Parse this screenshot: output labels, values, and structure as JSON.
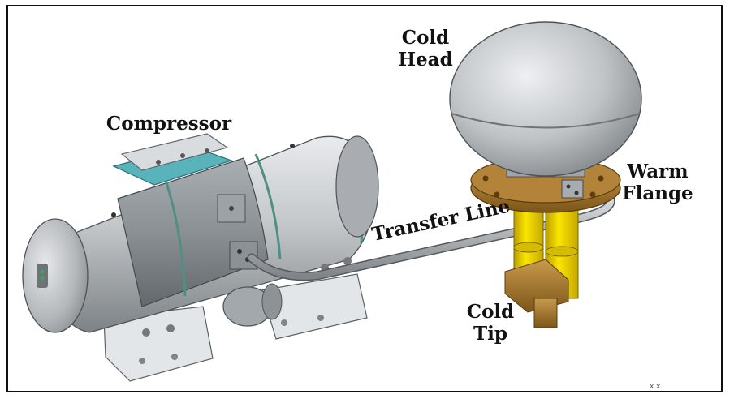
{
  "labels": {
    "compressor": "Compressor",
    "cold_head_line1": "Cold",
    "cold_head_line2": "Head",
    "warm_flange_line1": "Warm",
    "warm_flange_line2": "Flange",
    "transfer_line": "Transfer Line",
    "cold_tip_line1": "Cold",
    "cold_tip_line2": "Tip",
    "corner_mark": "x.x"
  },
  "colors": {
    "frame": "#111111",
    "body_gray": "#b9bdc0",
    "dark_gray": "#8e9296",
    "cyan_bracket": "#5fb7bd",
    "brass": "#a2762e",
    "yellow": "#f1d800",
    "base_white": "#e6e8ea"
  }
}
